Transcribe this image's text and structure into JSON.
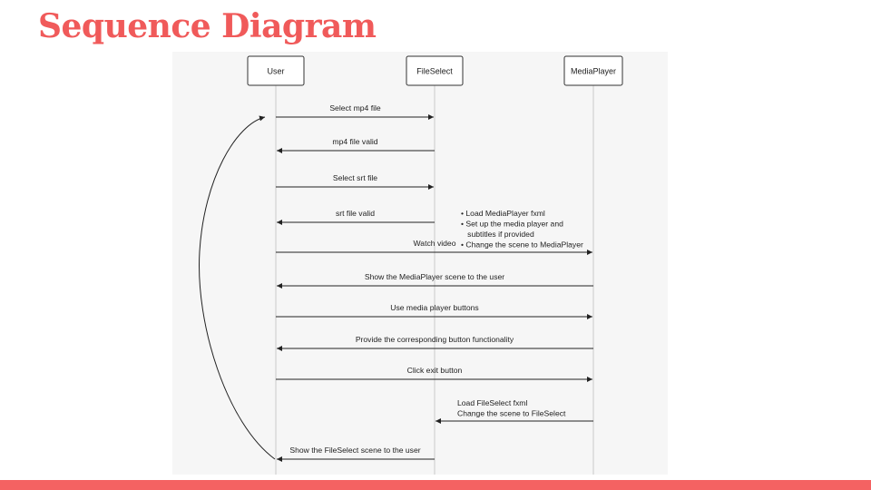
{
  "slide": {
    "title": "Sequence Diagram",
    "accent_color": "#f46262",
    "title_color": "#f05a5a"
  },
  "diagram": {
    "participants": [
      "User",
      "FileSelect",
      "MediaPlayer"
    ],
    "messages": [
      {
        "from": "User",
        "to": "FileSelect",
        "label": "Select mp4 file"
      },
      {
        "from": "FileSelect",
        "to": "User",
        "label": "mp4 file valid"
      },
      {
        "from": "User",
        "to": "FileSelect",
        "label": "Select srt file"
      },
      {
        "from": "FileSelect",
        "to": "User",
        "label": "srt file valid"
      },
      {
        "from": "User",
        "to": "MediaPlayer",
        "label": "Watch video"
      },
      {
        "from": "MediaPlayer",
        "to": "User",
        "label": "Show the MediaPlayer scene to the user"
      },
      {
        "from": "User",
        "to": "MediaPlayer",
        "label": "Use media player buttons"
      },
      {
        "from": "MediaPlayer",
        "to": "User",
        "label": "Provide the corresponding button functionality"
      },
      {
        "from": "User",
        "to": "MediaPlayer",
        "label": "Click exit button"
      },
      {
        "from": "MediaPlayer",
        "to": "FileSelect",
        "label": ""
      },
      {
        "from": "FileSelect",
        "to": "User",
        "label": "Show the FileSelect scene to the user"
      }
    ],
    "notes": [
      {
        "lines": [
          "• Load MediaPlayer fxml",
          "• Set up the media player and",
          "   subtitles if provided",
          "• Change the scene to MediaPlayer"
        ]
      },
      {
        "lines": [
          "Load FileSelect fxml",
          "Change the scene to FileSelect"
        ]
      }
    ],
    "loop": {
      "from": "User",
      "label": ""
    }
  }
}
